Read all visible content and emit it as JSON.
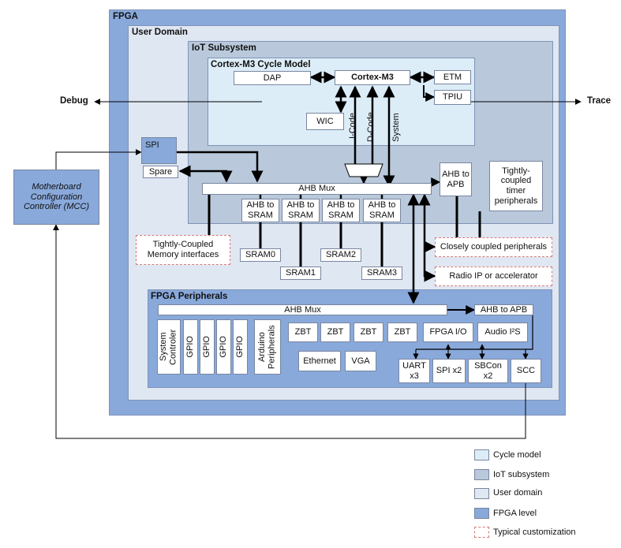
{
  "regions": {
    "fpga": "FPGA",
    "user_domain": "User Domain",
    "iot_subsystem": "IoT Subsystem",
    "cycle_model": "Cortex-M3 Cycle Model",
    "fpga_peripherals": "FPGA Peripherals"
  },
  "external": {
    "debug": "Debug",
    "trace": "Trace",
    "mcc": "Motherboard Configuration Controller (MCC)"
  },
  "core": {
    "dap": "DAP",
    "cortex": "Cortex-M3",
    "etm": "ETM",
    "tpiu": "TPIU",
    "wic": "WIC",
    "icode": "I-Code",
    "dcode": "D-Code",
    "system": "System"
  },
  "iot": {
    "spi": "SPI",
    "spare": "Spare",
    "ahb_mux": "AHB Mux",
    "ahb_apb": "AHB to APB",
    "timers": "Tightly-coupled timer peripherals",
    "ahb_sram": [
      "AHB to SRAM",
      "AHB to SRAM",
      "AHB to SRAM",
      "AHB to SRAM"
    ],
    "sram": [
      "SRAM0",
      "SRAM1",
      "SRAM2",
      "SRAM3"
    ],
    "tcm": "Tightly-Coupled Memory interfaces",
    "closely": "Closely coupled peripherals",
    "radio": "Radio IP or accelerator"
  },
  "periph": {
    "ahb_mux": "AHB Mux",
    "ahb_apb": "AHB to APB",
    "system_controller": "System Controler",
    "gpio": [
      "GPIO",
      "GPIO",
      "GPIO",
      "GPIO"
    ],
    "arduino": "Arduino Peripherals",
    "zbt": [
      "ZBT",
      "ZBT",
      "ZBT",
      "ZBT"
    ],
    "fpga_io": "FPGA I/O",
    "audio": "Audio I²S",
    "ethernet": "Ethernet",
    "vga": "VGA",
    "uart": "UART x3",
    "spi": "SPI x2",
    "sbcon": "SBCon x2",
    "scc": "SCC"
  },
  "legend": [
    {
      "label": "Cycle model",
      "color": "#dcedf7",
      "style": "solid"
    },
    {
      "label": "IoT subsystem",
      "color": "#b9c9db",
      "style": "solid"
    },
    {
      "label": "User domain",
      "color": "#dfe7f2",
      "style": "solid"
    },
    {
      "label": "FPGA level",
      "color": "#89a9db",
      "style": "solid"
    },
    {
      "label": "Typical customization",
      "color": "#ffffff",
      "style": "dashed"
    }
  ],
  "colors": {
    "fpga": "#89a9db",
    "user_domain": "#dfe7f2",
    "iot_subsystem": "#b9c9db",
    "cycle_model": "#dcedf7",
    "customization_border": "#d47b7b"
  }
}
